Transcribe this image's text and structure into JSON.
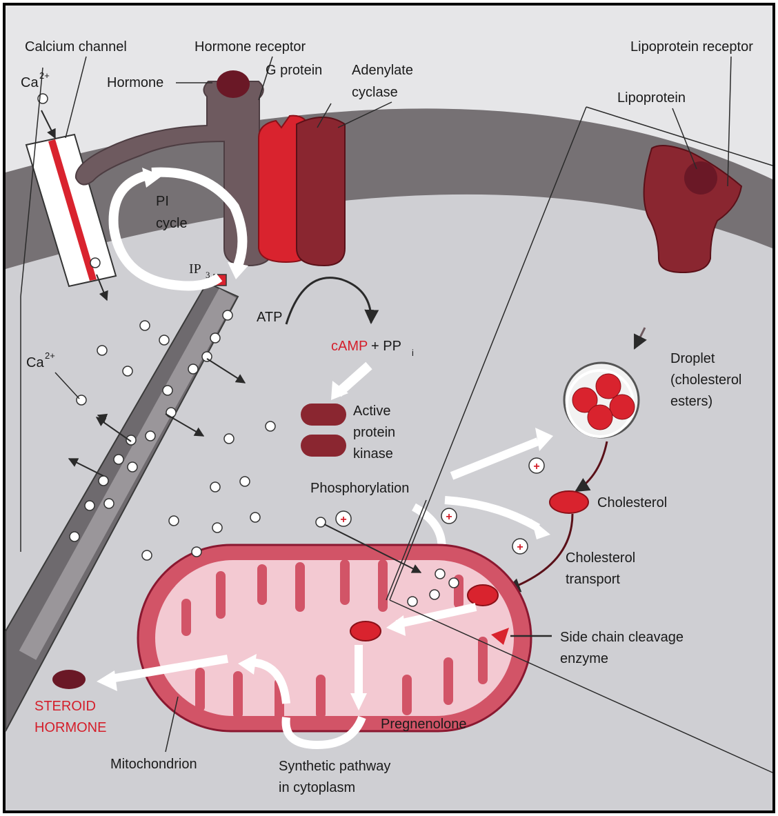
{
  "labels": {
    "calcium_channel": "Calcium channel",
    "hormone_receptor": "Hormone receptor",
    "lipoprotein_receptor": "Lipoprotein receptor",
    "ca_top": "Ca",
    "ca_top_sup": "2+",
    "hormone": "Hormone",
    "g_protein": "G protein",
    "adenylate": "Adenylate",
    "cyclase": "cyclase",
    "lipoprotein": "Lipoprotein",
    "pi": "PI",
    "cycle": "cycle",
    "ip": "IP",
    "ip_sub": "3",
    "atp": "ATP",
    "camp": "cAMP",
    "pp": " + PP",
    "pp_sub": "i",
    "ca_mid": "Ca",
    "ca_mid_sup": "2+",
    "active": "Active",
    "protein": "protein",
    "kinase": "kinase",
    "droplet": "Droplet",
    "cholesterol_paren": "(cholesterol",
    "esters": "esters)",
    "phosphorylation": "Phosphorylation",
    "cholesterol": "Cholesterol",
    "cholesterol_t": "Cholesterol",
    "transport": "transport",
    "side_chain": "Side chain cleavage",
    "enzyme": "enzyme",
    "steroid": "STEROID",
    "hormone_product": "HORMONE",
    "pregnenolone": "Pregnenolone",
    "mitochondrion": "Mitochondrion",
    "synthetic": "Synthetic pathway",
    "in_cytoplasm": "in cytoplasm",
    "plus": "+"
  },
  "colors": {
    "cytoplasm": "#cfcfd3",
    "membrane": "#767174",
    "receptor": "#6e5a5f",
    "dark_maroon": "#8a2630",
    "bright_red": "#d9232e",
    "mito_outer": "#d25467",
    "mito_inner": "#f3c9d2",
    "text_red": "#d41e2a"
  }
}
